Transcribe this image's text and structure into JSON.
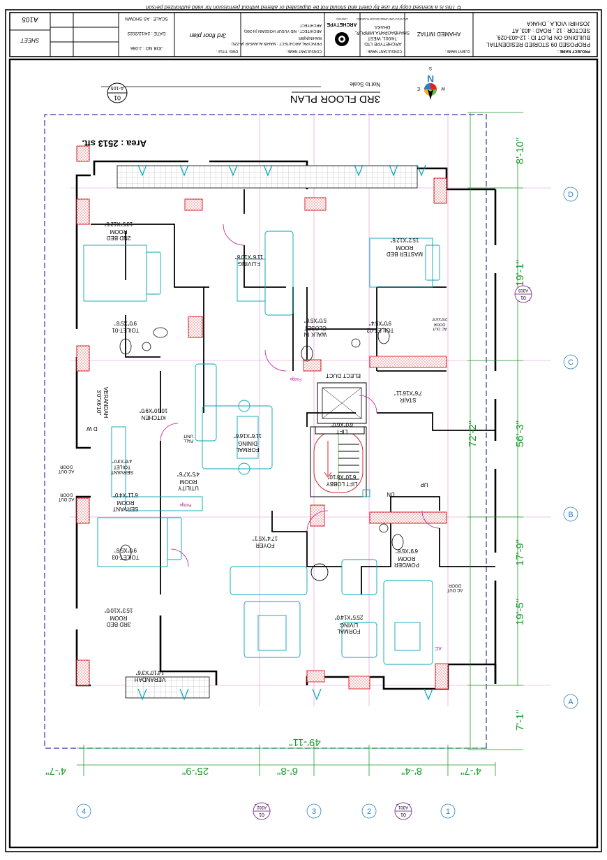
{
  "copyright": "© This is a licensed copy for use by client and should not be duplicated or altered without permission for valid authorized person",
  "title_block": {
    "project_name_label": "PROJECT NAME :",
    "project_name_lines": [
      "PROPOSED 09 STORIED RESIDENTIAL",
      "BUILDING ON PLOT ID : 12-403-029,",
      "SECTOR : 12 , ROAD : 403, AT",
      "JOSHIRI VIOLA , DHAKA"
    ],
    "client_name_label": "CLIENT NAME :",
    "client_name": "AHAMED IMTIAZ",
    "consultant_label": "CONSULTANT NAME :",
    "consultant_lines": [
      "ARCHETYPE LTD.",
      "74/001, WEST",
      "SHAHBAGPARA,MIRPUR,",
      "DHAKA"
    ],
    "consultant_sub": "ARCHITECTURE  URBAN DESIGN  PLANNING",
    "logo_text": "ARCHETYPE",
    "logo_sub": "LIMITED",
    "architect_label": "CONSULTANT NAME :",
    "architect_lines": [
      "PRINCIPAL ARCHITECT : MAHIN ALAMGIR (A-225)",
      "MAHIN(N)BR",
      "ARCHITECT : MD YUSUF HOSSAIN (H-266)",
      "ARCHITECT"
    ],
    "drawing_title_label": "DWG. TITLE :",
    "drawing_title": "3rd  floor plan",
    "scale": "SCALE : AS SHOWN",
    "date": "DATE : 24/12/2023",
    "job_no": "JOB NO : J-086",
    "sheet_no": "A105",
    "sheet_label": "SHEET"
  },
  "plan": {
    "title": "3RD  FLOOR PLAN",
    "scale_note": "Not to Scale",
    "callout_num": "01",
    "callout_ref": "A-105",
    "area": "Area : 2513 sft.",
    "north": {
      "n": "N",
      "s": "S",
      "e": "E",
      "w": "W"
    }
  },
  "rooms": [
    {
      "name": "2ND BED\nROOM",
      "size": "13'5\"X12'6\""
    },
    {
      "name": "F.LIVING",
      "size": "11'6\"X10'8\""
    },
    {
      "name": "MASTER BED\nROOM",
      "size": "15'2\"X12'6\""
    },
    {
      "name": "TOILET-01",
      "size": "9'0\"X5'6\""
    },
    {
      "name": "WALK IN\nCLOSET",
      "size": "5'0\"X5'6\""
    },
    {
      "name": "TOILET-02",
      "size": "9'0\"X5'4\""
    },
    {
      "name": "AC OUT\nDOOR",
      "size": "2'6\"X4'3\""
    },
    {
      "name": "VERANDAH",
      "size": "3'0\"X6'10\""
    },
    {
      "name": "KITCHEN",
      "size": "10'10\"X9'0\""
    },
    {
      "name": "ELECT DUCT",
      "size": ""
    },
    {
      "name": "STAIR",
      "size": "7'6\"X16'11\""
    },
    {
      "name": "LIFT",
      "size": "6'0\"X6'0\""
    },
    {
      "name": "FORMAL\nDINING",
      "size": "11'6\"X16'6\""
    },
    {
      "name": "SERVANT\nTOILET",
      "size": "4'6\"X3'0\""
    },
    {
      "name": "UTILITY\nROOM",
      "size": "4'5\"X7'6\""
    },
    {
      "name": "LIFT LOBBY",
      "size": "6'10\"X8'10\""
    },
    {
      "name": "SERVANT\nROOM",
      "size": "6'11\"X4'0\""
    },
    {
      "name": "FOYER",
      "size": "17'4\"X5'1\""
    },
    {
      "name": "POWDER\nROOM",
      "size": "6'9\"X5'6\""
    },
    {
      "name": "TOILET-03",
      "size": "9'0\"X5'6\""
    },
    {
      "name": "3RD BED\nROOM",
      "size": "15'3\"X10'0\""
    },
    {
      "name": "FORMAL\nLIVING",
      "size": "25'5\"X14'0\""
    },
    {
      "name": "VERANDAH",
      "size": "14'10\"X3'6\""
    }
  ],
  "small_labels": {
    "dw": "D W",
    "fridge": "Fridge",
    "fall_unit": "FALL\nUNIT",
    "up": "UP",
    "dn": "DN",
    "ac_out_door": "AC OUT\nDOOR",
    "ac": "AC"
  },
  "dims": {
    "right_total": "72'-2\"",
    "right_sub": "56'-3\"",
    "right_segments": [
      "8'-10\"",
      "19'-1\"",
      "17'-9\"",
      "19'-5\"",
      "7'-1\""
    ],
    "bottom_total": "49'-11\"",
    "bottom_segments": [
      "4'-7\"",
      "25'-9\"",
      "6'-8\"",
      "8'-4\"",
      "4'-7\""
    ]
  },
  "grid": {
    "rows": [
      "D",
      "C",
      "B",
      "A"
    ],
    "cols": [
      "4",
      "3",
      "2",
      "1"
    ]
  },
  "sections": [
    {
      "num": "01",
      "ref": "A301"
    },
    {
      "num": "01",
      "ref": "A303"
    },
    {
      "num": "01",
      "ref": "A302"
    }
  ]
}
